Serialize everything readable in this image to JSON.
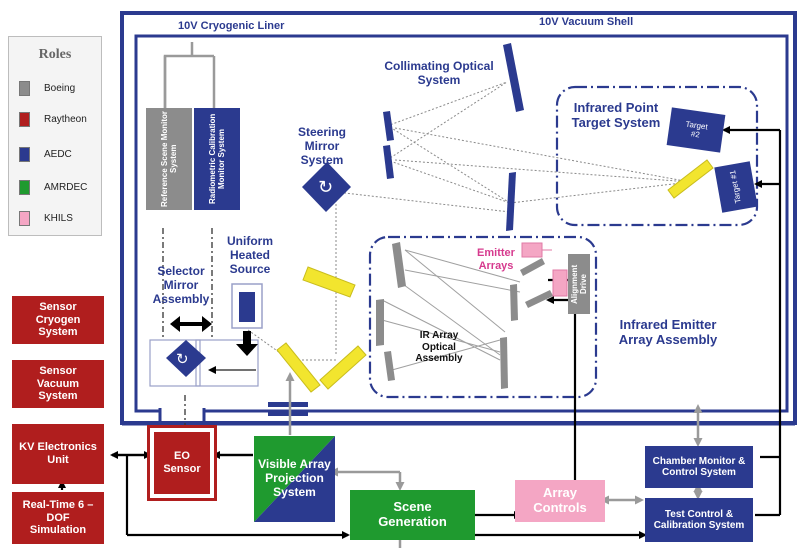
{
  "liner_label": "10V Cryogenic Liner",
  "shell_label": "10V Vacuum Shell",
  "legend": {
    "title": "Roles",
    "items": [
      {
        "label": "Boeing",
        "color": "#8c8c8c"
      },
      {
        "label": "Raytheon",
        "color": "#b01e1e"
      },
      {
        "label": "AEDC",
        "color": "#2b3a8f"
      },
      {
        "label": "AMRDEC",
        "color": "#1f9a2f"
      },
      {
        "label": "KHILS",
        "color": "#f4a6c4"
      }
    ]
  },
  "colors": {
    "aedc_blue": "#2b3a8f",
    "raytheon_red": "#b01e1e",
    "boeing_gray": "#8c8c8c",
    "amrdec_green": "#1f9a2f",
    "khils_pink": "#f4a6c4",
    "mirror_yellow": "#f2e52e"
  },
  "labels": {
    "collimating": "Collimating Optical System",
    "steering": "Steering Mirror System",
    "uniform": "Uniform Heated Source",
    "selector": "Selector Mirror Assembly",
    "ir_point_target": "Infrared Point Target System",
    "target1": "Target #1",
    "target2": "Target #2",
    "emitter_arrays": "Emitter Arrays",
    "alignment_drive": "Alignment Drive",
    "ir_array_optical": "IR Array Optical Assembly",
    "ir_emitter_array": "Infrared Emitter Array Assembly",
    "reference_scene": "Reference Scene Monitor System",
    "radiometric": "Radiometric Calibration Monitor System"
  },
  "boxes": {
    "sensor_cryogen": "Sensor Cryogen System",
    "sensor_vacuum": "Sensor Vacuum System",
    "kv_electronics": "KV Electronics Unit",
    "realtime": "Real-Time 6 – DOF Simulation",
    "eo_sensor": "EO Sensor",
    "visible_array": "Visible Array Projection System",
    "scene_generation": "Scene Generation",
    "array_controls": "Array Controls",
    "chamber_monitor": "Chamber Monitor & Control System",
    "test_control": "Test Control & Calibration System"
  }
}
